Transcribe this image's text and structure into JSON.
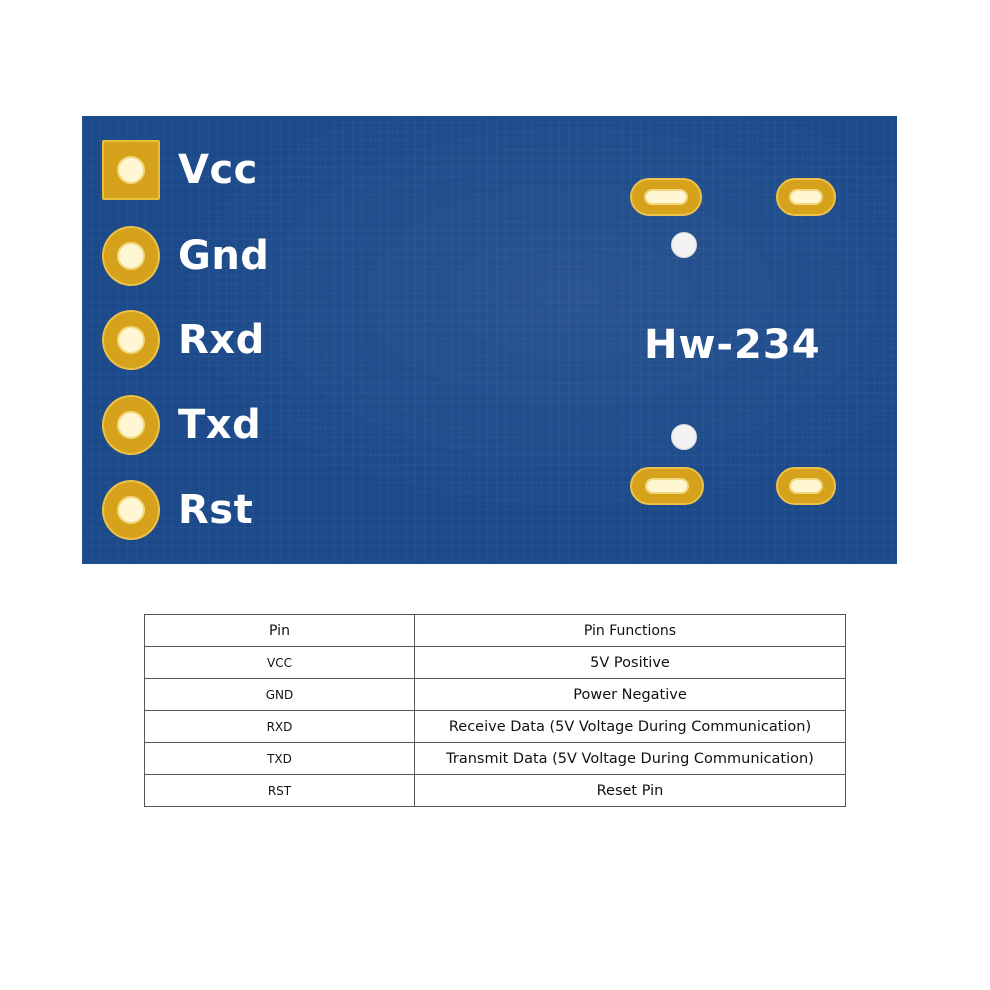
{
  "board": {
    "model": "Hw-234",
    "colors": {
      "board": "#1c4a8a",
      "pad_gold": "#d6a21c",
      "label": "#ffffff"
    },
    "pins": [
      {
        "label": "Vcc",
        "pad": "square"
      },
      {
        "label": "Gnd",
        "pad": "round"
      },
      {
        "label": "Rxd",
        "pad": "round"
      },
      {
        "label": "Txd",
        "pad": "round"
      },
      {
        "label": "Rst",
        "pad": "round"
      }
    ]
  },
  "table": {
    "headers": [
      "Pin",
      "Pin Functions"
    ],
    "rows": [
      {
        "pin": "VCC",
        "function": "5V Positive"
      },
      {
        "pin": "GND",
        "function": "Power Negative"
      },
      {
        "pin": "RXD",
        "function": "Receive Data (5V Voltage During Communication)"
      },
      {
        "pin": "TXD",
        "function": "Transmit Data (5V Voltage During Communication)"
      },
      {
        "pin": "RST",
        "function": "Reset Pin"
      }
    ]
  }
}
